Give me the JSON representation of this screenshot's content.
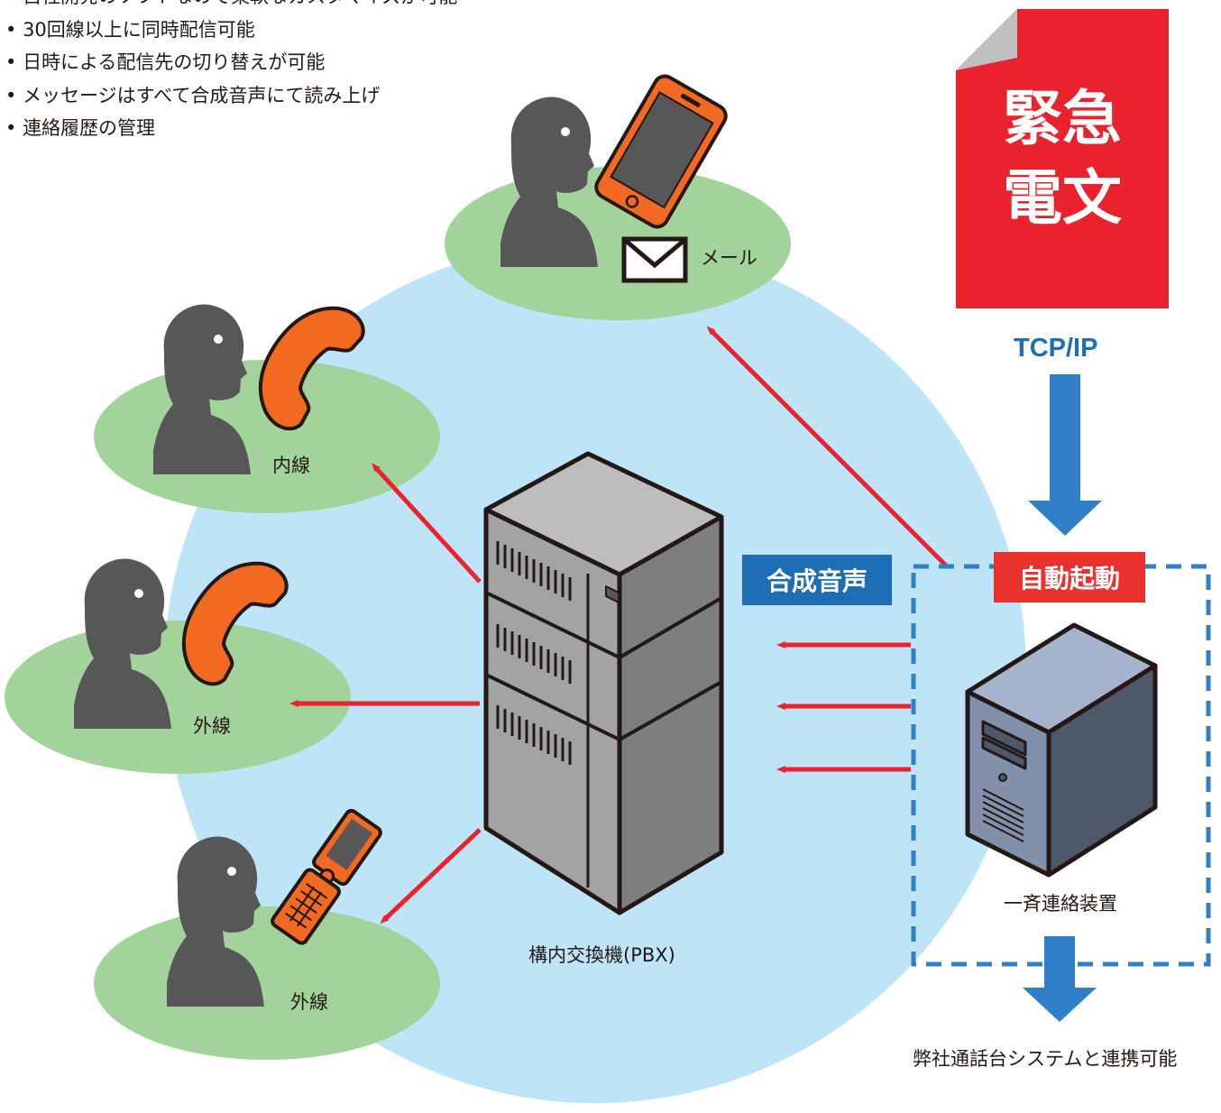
{
  "features": [
    "自社開発のソフトなので柔軟なカスタマイズが可能",
    "30回線以上に同時配信可能",
    "日時による配信先の切り替えが可能",
    "メッセージはすべて合成音声にて読み上げ",
    "連絡履歴の管理"
  ],
  "document": {
    "line1": "緊急",
    "line2": "電文"
  },
  "protocol_label": "TCP/IP",
  "auto_start_label": "自動起動",
  "synth_voice_label": "合成音声",
  "device_label": "一斉連絡装置",
  "pbx_label": "構内交換機(PBX)",
  "integration_label": "弊社通話台システムと連携可能",
  "mail_label": "メール",
  "endpoints": {
    "naisen": "内線",
    "gaisen1": "外線",
    "gaisen2": "外線"
  },
  "colors": {
    "circle": "#bee4f7",
    "ellipse": "#a1d39a",
    "arrow": "#e9222e",
    "accent_blue": "#2f80c8",
    "doc_red": "#e9222e",
    "phone_orange": "#f26a21",
    "person": "#575758"
  },
  "icons": [
    "person-icon",
    "smartphone-icon",
    "handset-icon",
    "flip-phone-icon",
    "mail-icon",
    "pbx-server-icon",
    "pc-tower-icon",
    "document-icon"
  ]
}
